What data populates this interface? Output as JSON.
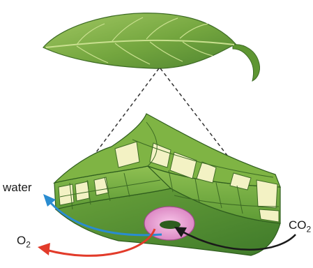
{
  "labels": {
    "water": "water",
    "o2_main": "O",
    "o2_sub": "2",
    "co2_main": "CO",
    "co2_sub": "2"
  },
  "colors": {
    "leaf_light": "#8dbb52",
    "leaf_dark": "#4f8530",
    "section_top": "#7db242",
    "section_front": "#86b84a",
    "cell_fill": "#f3f2c4",
    "stoma": "#e79bd0",
    "water_arrow": "#2a8cd0",
    "o2_arrow": "#e23b2a",
    "co2_arrow": "#1a1a1a"
  }
}
